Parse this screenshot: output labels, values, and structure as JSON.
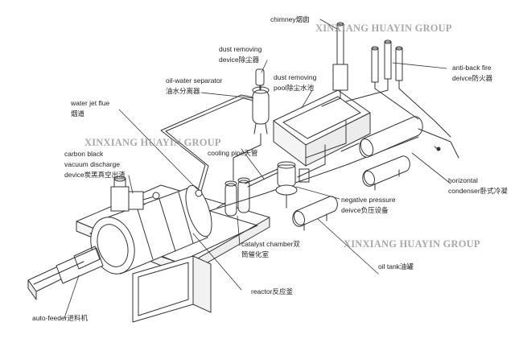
{
  "watermark": {
    "text": "XINXIANG HUAYIN GROUP",
    "color": "#9a9a9a"
  },
  "labels": {
    "chimney": "chimney烟囱",
    "dust_removing_device": [
      "dust removing",
      "device除尘器"
    ],
    "dust_removing_pool": [
      "dust removing",
      "pool除尘水池"
    ],
    "oil_water_separator": [
      "oil-water separator",
      "油水分离器"
    ],
    "anti_back_fire": [
      "anti-back fire",
      "deivce防火器"
    ],
    "water_jet_flue": [
      "water jet flue",
      "烟道"
    ],
    "carbon_black": [
      "carbon black",
      "vacuum discharge",
      "device炭黑真空出渣"
    ],
    "cooling_pipe": "cooling pipe天管",
    "horizontal_condenser": [
      "horizontal",
      "condenser卧式冷凝"
    ],
    "negative_pressure": [
      "negative pressure",
      "deivce负压设备"
    ],
    "catalyst_chamber": [
      "catalyst chamber双",
      "筒催化室"
    ],
    "oil_tank": "oil tank油罐",
    "reactor": "reactor反应釜",
    "auto_feeder": "auto-feeder进料机"
  },
  "colors": {
    "line": "#333333",
    "label_text": "#222222"
  }
}
